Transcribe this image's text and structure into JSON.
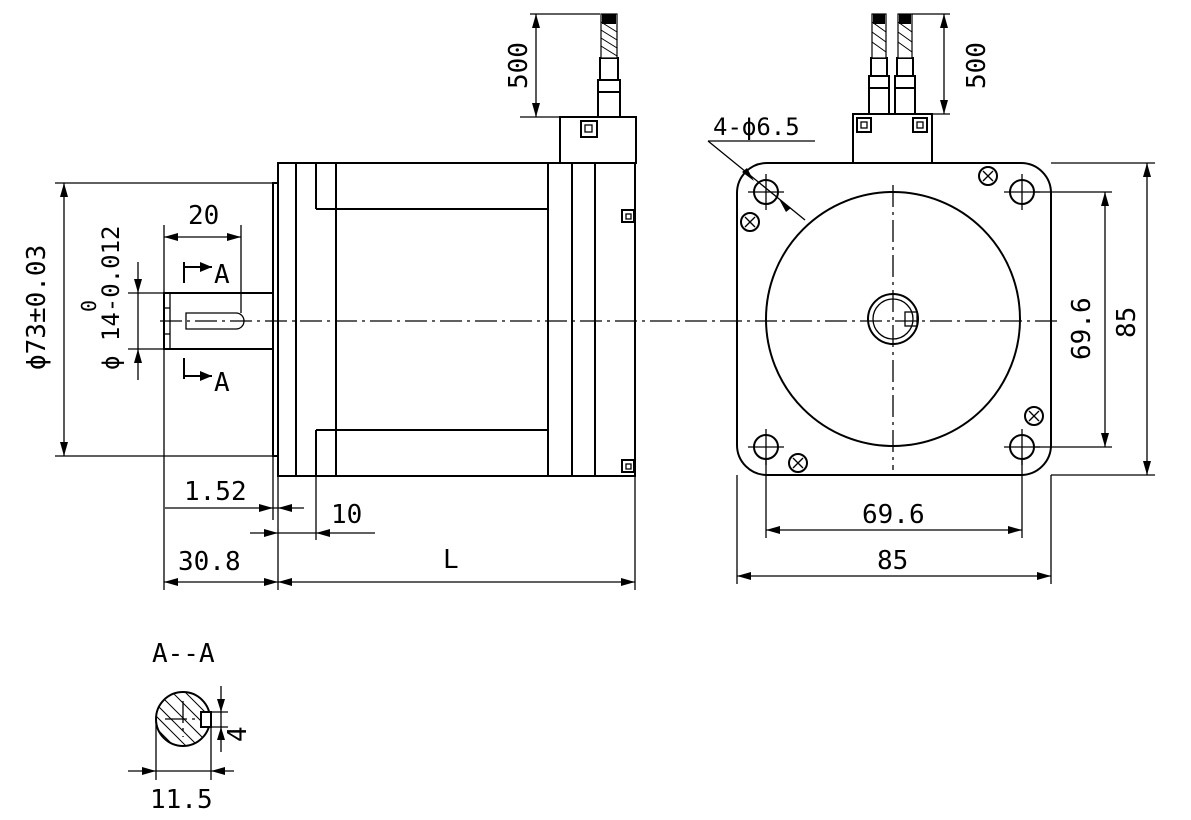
{
  "side_view": {
    "dims": {
      "cable_length": "500",
      "shaft_length": "20",
      "shaft_dia": "ϕ 14-0.012",
      "shaft_tol_upper": "0",
      "pilot_dia": "ϕ73±0.03",
      "pilot_height": "1.52",
      "flange_thickness": "10",
      "shaft_extension": "30.8",
      "body_length": "L",
      "section_mark_top": "A",
      "section_mark_bottom": "A"
    }
  },
  "front_view": {
    "dims": {
      "cable_length": "500",
      "mount_holes": "4-ϕ6.5",
      "bolt_circle_vertical": "69.6",
      "flange_vertical": "85",
      "bolt_circle_horizontal": "69.6",
      "flange_horizontal": "85"
    }
  },
  "section_view": {
    "title": "A--A",
    "keyway_depth": "4",
    "width_across": "11.5"
  }
}
